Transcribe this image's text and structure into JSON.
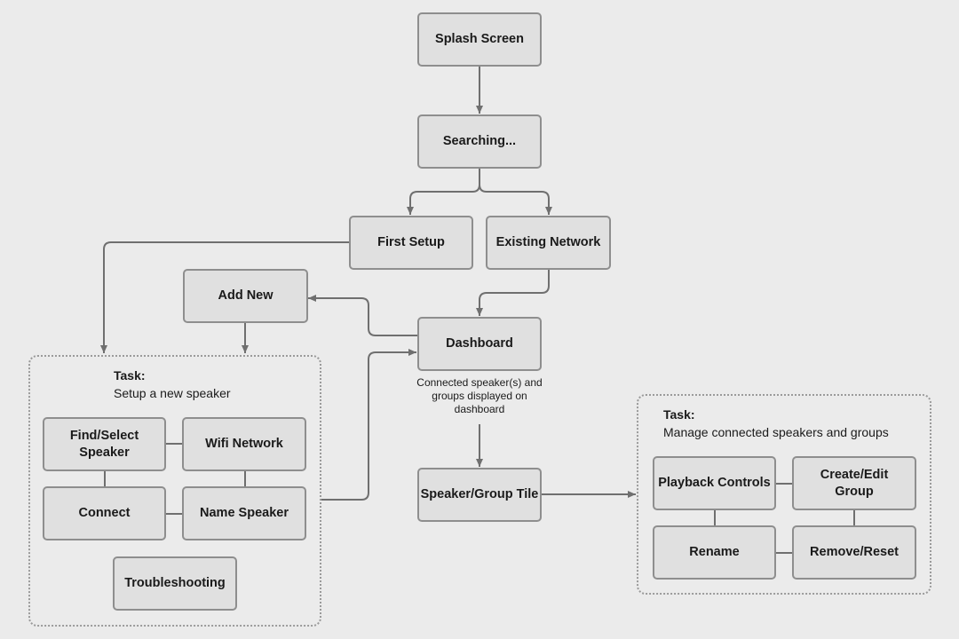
{
  "nodes": {
    "splash": "Splash Screen",
    "searching": "Searching...",
    "first_setup": "First Setup",
    "existing_network": "Existing Network",
    "add_new": "Add New",
    "dashboard": "Dashboard",
    "find_select_speaker": "Find/Select Speaker",
    "wifi_network": "Wifi Network",
    "connect": "Connect",
    "name_speaker": "Name Speaker",
    "troubleshooting": "Troubleshooting",
    "speaker_group_tile": "Speaker/Group Tile",
    "playback_controls": "Playback Controls",
    "create_edit_group": "Create/Edit Group",
    "rename": "Rename",
    "remove_reset": "Remove/Reset"
  },
  "tasks": {
    "setup": {
      "title": "Task:",
      "description": "Setup a new speaker"
    },
    "manage": {
      "title": "Task:",
      "description": "Manage connected speakers and groups"
    }
  },
  "notes": {
    "dashboard_note": "Connected speaker(s) and groups displayed on dashboard"
  },
  "colors": {
    "background": "#ebebeb",
    "node_fill": "#e0e0e0",
    "node_border": "#8e8e8e",
    "connector": "#6f6f6f"
  }
}
